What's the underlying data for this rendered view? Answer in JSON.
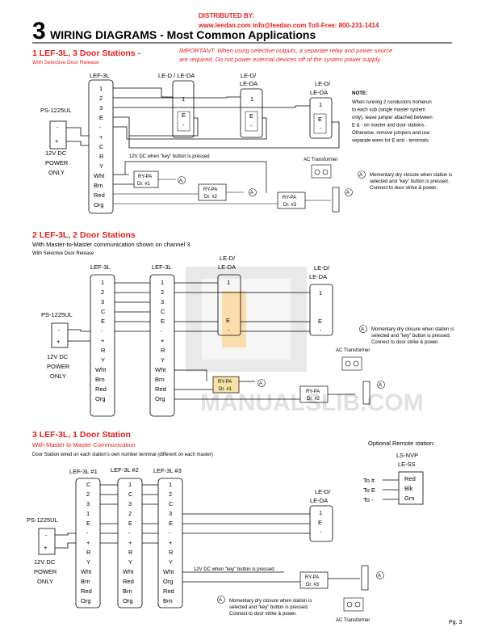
{
  "header": {
    "distributed_by": "DISTRIBUTED BY:",
    "contact": "www.leedan.com   info@leedan.com   Toll-Free: 800-231-1414",
    "section_number": "3",
    "title": "WIRING DIAGRAMS - Most Common Applications"
  },
  "watermark": "MANUALSLIB.COM",
  "diagram1": {
    "title": "1 LEF-3L, 3 Door Stations -",
    "subtitle": "With Selective Door Release",
    "important": "IMPORTANT: When using selective outputs, a separate relay and power source",
    "important2": "are required. Do not power external devices off of the system power supply.",
    "master_label": "LEF-3L",
    "terminals": [
      "1",
      "2",
      "3",
      "E",
      "-",
      "+",
      "C",
      "R",
      "Y",
      "Wht",
      "Brn",
      "Red",
      "Org"
    ],
    "station1": "LE-D / LE-DA",
    "station2a": "LE-D/",
    "station2b": "LE-DA",
    "station3a": "LE-D/",
    "station3b": "LE-DA",
    "ps_label": "PS-1225UL",
    "power_label": [
      "12V DC",
      "POWER",
      "ONLY"
    ],
    "note_title": "NOTE:",
    "note_lines": [
      "When running 2 conductors homerun",
      "to each sub (single master system",
      "only), leave jumper attached between",
      "E & - on master and door stations.",
      "Otherwise, remove jumpers and use",
      "separate wires for E and - terminals."
    ],
    "key_note": "12V DC when \"key\" button is pressed",
    "relays": [
      "Dr. #1",
      "Dr. #2",
      "Dr. #3"
    ],
    "relay_name": "RY-PA",
    "ac": "AC Transformer",
    "legend": [
      "Momentary dry closure when station is",
      "selected and \"key\" button is pressed.",
      "Connect to door strike & power."
    ]
  },
  "diagram2": {
    "title": "2 LEF-3L, 2 Door Stations",
    "subtitle": "With Master-to-Master communication shown on channel 3",
    "subtitle2": "With Selective Door Release",
    "master1": "LEF-3L",
    "master2": "LEF-3L",
    "terminals": [
      "1",
      "2",
      "3",
      "C",
      "E",
      "-",
      "+",
      "R",
      "Y",
      "Wht",
      "Brn",
      "Red",
      "Org"
    ],
    "station1a": "LE-D/",
    "station1b": "LE-DA",
    "station2a": "LE-D/",
    "station2b": "LE-DA",
    "ps_label": "PS-1225UL",
    "power_label": [
      "12V DC",
      "POWER",
      "ONLY"
    ],
    "relays": [
      "Dr. #1",
      "Dr. #2"
    ],
    "relay_name": "RY-PA",
    "ac": "AC Transformer",
    "legend": [
      "Momentary dry closure when station is",
      "selected and \"key\" button is pressed.",
      "Connect to door strike & power."
    ]
  },
  "diagram3": {
    "title": "3 LEF-3L, 1 Door Station",
    "subtitle": "With Master to Master Communication",
    "subtitle2": "Door Station wired on each station's own number terminal (different on each master)",
    "masters": [
      "LEF-3L #1",
      "LEF-3L #2",
      "LEF-3L #3"
    ],
    "terms1": [
      "C",
      "2",
      "3",
      "1",
      "E",
      "-",
      "+",
      "R",
      "Y",
      "Wht",
      "Brn",
      "Red",
      "Org"
    ],
    "terms2": [
      "1",
      "C",
      "3",
      "2",
      "E",
      "-",
      "+",
      "R",
      "Y",
      "Wht",
      "Red",
      "Brn",
      "Org"
    ],
    "terms3": [
      "1",
      "2",
      "C",
      "3",
      "E",
      "-",
      "+",
      "R",
      "Y",
      "Wht",
      "Org",
      "Red",
      "Brn"
    ],
    "station_a": "LE-D/",
    "station_b": "LE-DA",
    "ps_label": "PS-1225UL",
    "power_label": [
      "12V DC",
      "POWER",
      "ONLY"
    ],
    "key_note": "12V DC when \"key\" button is pressed",
    "relay": "Dr. #3",
    "relay_name": "RY-PA",
    "ac": "AC Transformer",
    "legend": [
      "Momentary dry closure when station is",
      "selected and \"key\" button is pressed.",
      "Connect to door strike & power."
    ],
    "remote_title": "Optional Remote station:",
    "remote_model1": "LS-NVP",
    "remote_model2": "LE-SS",
    "remote_to": [
      "To #",
      "To E",
      "To -"
    ],
    "remote_colors": [
      "Red",
      "Blk",
      "Grn"
    ]
  },
  "page_number": "Pg. 3"
}
